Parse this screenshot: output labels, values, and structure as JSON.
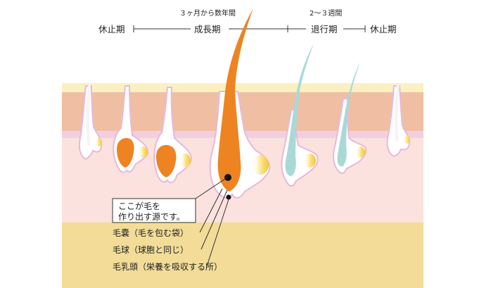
{
  "phases": {
    "rest_left": "休止期",
    "growth": "成長期",
    "regression": "退行期",
    "rest_right": "休止期",
    "growth_duration": "３ヶ月から数年間",
    "regression_duration": "2〜３週間"
  },
  "callout": {
    "line1": "ここが毛を",
    "line2": "作り出す源です。"
  },
  "annotations": {
    "follicle": "毛嚢（毛を包む袋）",
    "bulb": "毛球（球胞と同じ）",
    "papilla": "毛乳頭（栄養を吸収する所）"
  },
  "colors": {
    "growth_hair": "#ee8322",
    "regression_hair": "#a9d9d7",
    "epidermis_top": "#fbf0c2",
    "dermis_band": "#f0bfa3",
    "pink_band": "#f2cfe0",
    "dermis": "#fbe2de",
    "fat_layer": "#f2dc98",
    "follicle_outline": "#e9b8d8",
    "bulb_yellow": "#f6d23a"
  }
}
